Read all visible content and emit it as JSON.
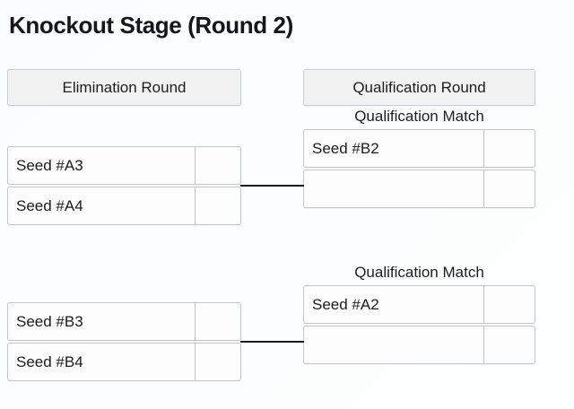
{
  "page": {
    "title": "Knockout Stage (Round 2)"
  },
  "headers": {
    "left": "Elimination Round",
    "right": "Qualification Round"
  },
  "labels": {
    "qualification_match_1": "Qualification Match",
    "qualification_match_2": "Qualification Match"
  },
  "matches": {
    "elimination_1": {
      "rows": [
        {
          "seed": "Seed #A3",
          "score": ""
        },
        {
          "seed": "Seed #A4",
          "score": ""
        }
      ]
    },
    "elimination_2": {
      "rows": [
        {
          "seed": "Seed #B3",
          "score": ""
        },
        {
          "seed": "Seed #B4",
          "score": ""
        }
      ]
    },
    "qualification_1": {
      "rows": [
        {
          "seed": "Seed #B2",
          "score": ""
        },
        {
          "seed": "",
          "score": ""
        }
      ]
    },
    "qualification_2": {
      "rows": [
        {
          "seed": "Seed #A2",
          "score": ""
        },
        {
          "seed": "",
          "score": ""
        }
      ]
    }
  },
  "colors": {
    "background": "#fbfdfe",
    "header_fill": "#f2f2f2",
    "box_fill": "#fdfdfd",
    "border": "#c3c6c9",
    "connector": "#1b1b1e",
    "text": "#1b1b1e"
  }
}
